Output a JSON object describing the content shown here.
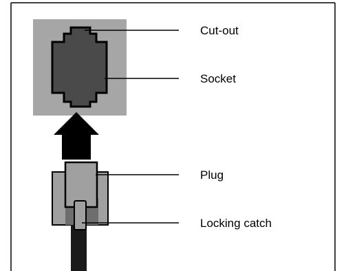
{
  "labels": {
    "cutout": "Cut-out",
    "socket": "Socket",
    "plug": "Plug",
    "locking_catch": "Locking catch"
  },
  "colors": {
    "frame": "#000000",
    "socket_housing": "#a6a6a6",
    "socket_opening": "#4a4a4a",
    "plug_body": "#a0a0a0",
    "plug_inner": "#6e6e6e",
    "cable": "#1a1a1a",
    "arrow": "#000000"
  }
}
